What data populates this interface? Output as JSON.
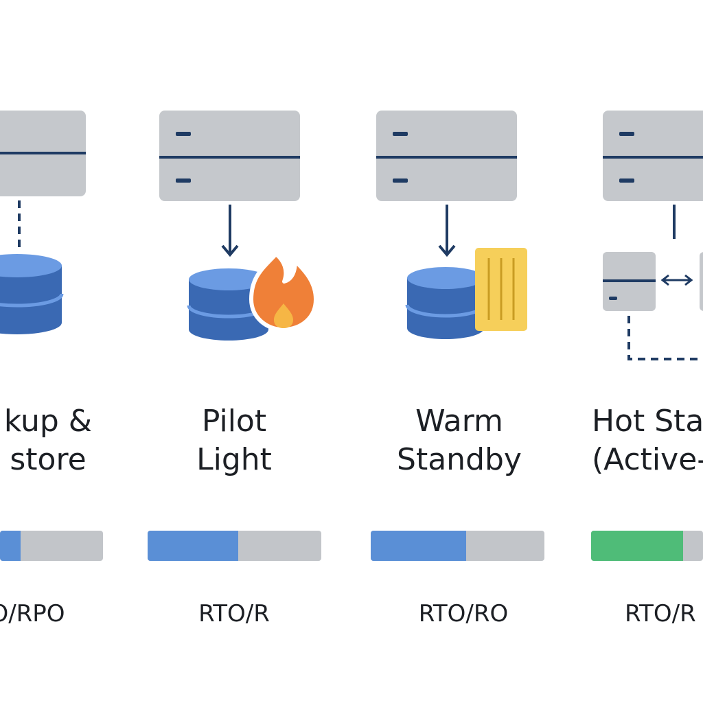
{
  "colors": {
    "server_fill": "#c5c8cc",
    "line_dark": "#1f3b63",
    "db_top": "#6b9be3",
    "db_body": "#3a69b3",
    "flame_outer": "#ef8038",
    "flame_inner": "#f6b645",
    "standby_card": "#f6cf5a",
    "standby_stripe": "#c99c23",
    "bar_track": "#c2c5c9",
    "bar_blue": "#5a8fd6",
    "bar_green": "#4fbc78"
  },
  "columns": [
    {
      "id": "backup-restore",
      "title_lines": [
        "kup &",
        "store"
      ],
      "metric_label": "O/RPO",
      "bar_fill": 0.2,
      "bar_color": "#5a8fd6",
      "icon": "database-icon"
    },
    {
      "id": "pilot-light",
      "title_lines": [
        "Pilot",
        "Light"
      ],
      "metric_label": "RTO/R",
      "bar_fill": 0.52,
      "bar_color": "#5a8fd6",
      "icon": "flame-icon"
    },
    {
      "id": "warm-standby",
      "title_lines": [
        "Warm",
        "Standby"
      ],
      "metric_label": "RTO/RO",
      "bar_fill": 0.55,
      "bar_color": "#5a8fd6",
      "icon": "standby-card-icon"
    },
    {
      "id": "hot-standby",
      "title_lines": [
        "Hot Sta",
        "(Active-A"
      ],
      "metric_label": "RTO/R",
      "bar_fill": 0.82,
      "bar_color": "#4fbc78",
      "icon": "bidirectional-arrow-icon"
    }
  ]
}
